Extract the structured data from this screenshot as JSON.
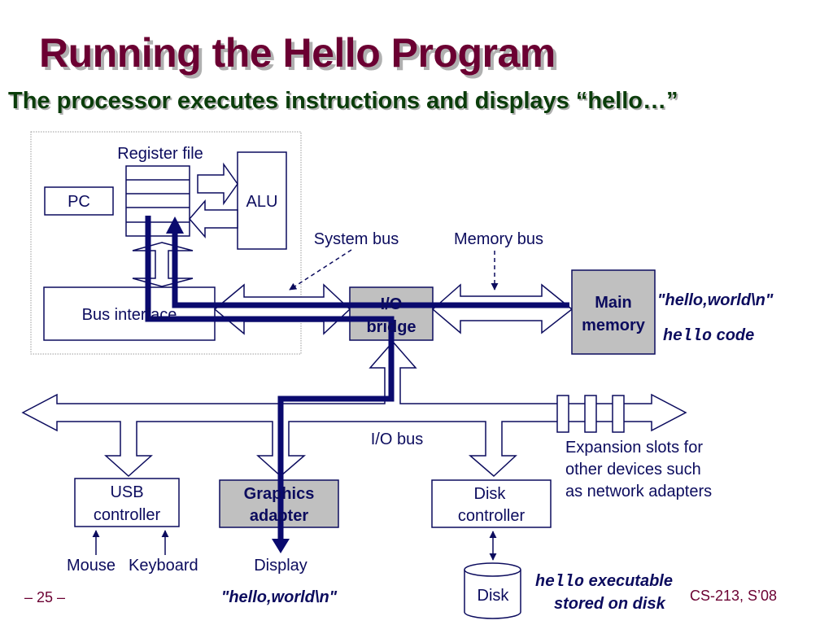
{
  "title": "Running the Hello Program",
  "subtitle": "The processor executes instructions and displays “hello…”",
  "cpu": {
    "register_file": "Register file",
    "pc": "PC",
    "alu": "ALU",
    "bus_interface": "Bus interface"
  },
  "buses": {
    "system_bus": "System bus",
    "memory_bus": "Memory bus",
    "io_bus": "I/O bus"
  },
  "io_bridge": [
    "I/O",
    "bridge"
  ],
  "main_memory": {
    "label": [
      "Main",
      "memory"
    ],
    "contents_string": "\"hello,world\\n\"",
    "contents_code_mono": "hello",
    "contents_code_text": " code"
  },
  "devices": {
    "usb_controller": [
      "USB",
      "controller"
    ],
    "graphics_adapter": [
      "Graphics",
      "adapter"
    ],
    "disk_controller": [
      "Disk",
      "controller"
    ],
    "mouse": "Mouse",
    "keyboard": "Keyboard",
    "display": "Display",
    "display_output": "\"hello,world\\n\"",
    "disk": "Disk",
    "disk_note_mono": "hello",
    "disk_note_1": " executable",
    "disk_note_2": "stored on disk",
    "expansion_note": [
      "Expansion slots for",
      "other devices such",
      "as network adapters"
    ]
  },
  "footer": {
    "page": "– 25 –",
    "course": "CS-213, S’08"
  },
  "colors": {
    "title": "#6b0032",
    "subtitle": "#0b3d0b",
    "diagram": "#0c0c5e",
    "data_path": "#0a0a6e",
    "highlight_box": "#c0c0c0"
  }
}
